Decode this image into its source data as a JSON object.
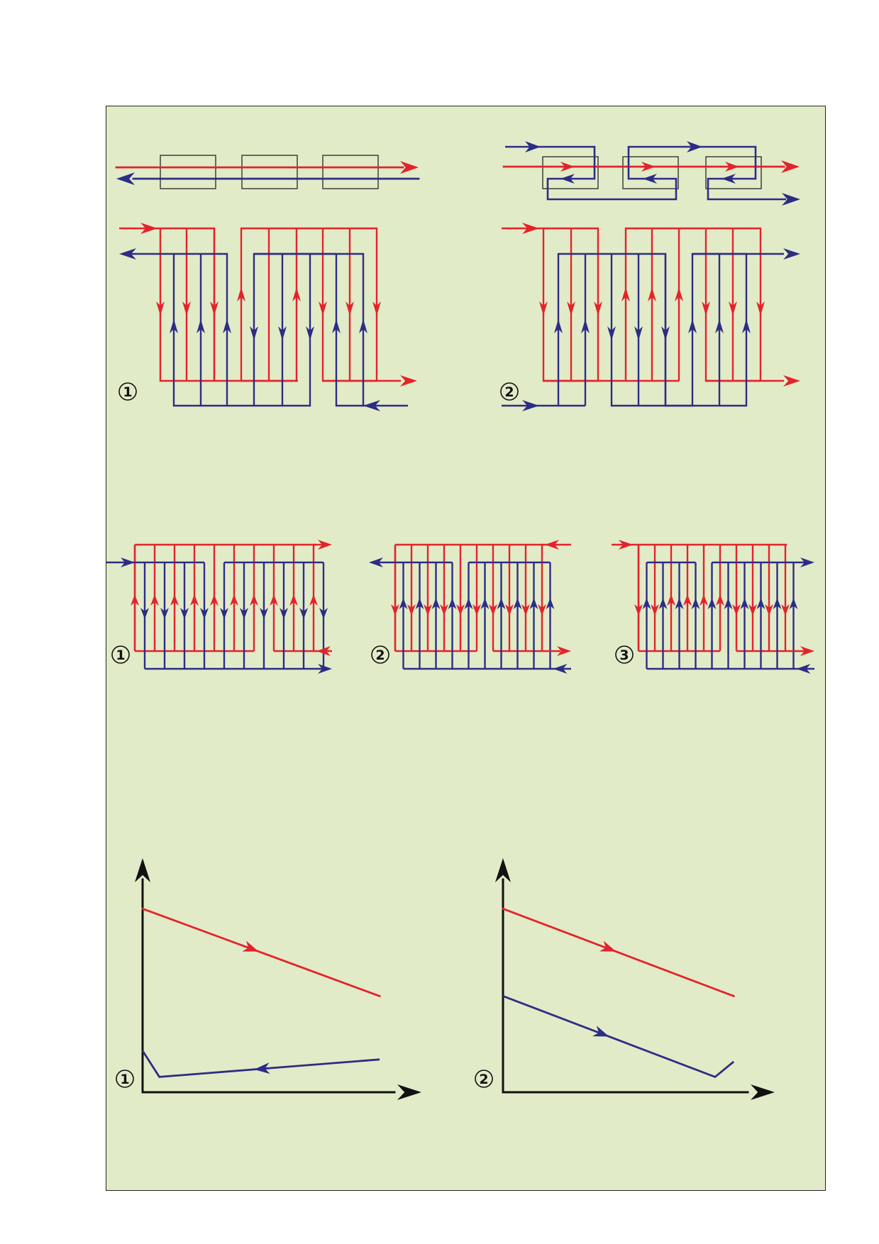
{
  "colors": {
    "background": "#e2ebc7",
    "hot": "#e3232b",
    "cold": "#2c2d85",
    "ink": "#111111"
  },
  "top_row": {
    "left_label": "1",
    "right_label": "2"
  },
  "middle_row": {
    "labels": [
      "1",
      "2",
      "3"
    ]
  },
  "graphs": [
    {
      "label": "1",
      "hot_line": {
        "start": 0.84,
        "end": 0.44,
        "arrow_at": 0.45
      },
      "cold_line": {
        "points": [
          [
            0.0,
            0.19
          ],
          [
            0.07,
            0.07
          ],
          [
            0.99,
            0.15
          ]
        ],
        "arrow_at": 0.45,
        "direction": "left"
      }
    },
    {
      "label": "2",
      "hot_line": {
        "start": 0.84,
        "end": 0.44,
        "arrow_at": 0.45
      },
      "cold_line": {
        "points": [
          [
            0.0,
            0.44
          ],
          [
            0.91,
            0.07
          ],
          [
            0.99,
            0.14
          ]
        ],
        "arrow_at": 0.45,
        "direction": "right"
      }
    }
  ]
}
